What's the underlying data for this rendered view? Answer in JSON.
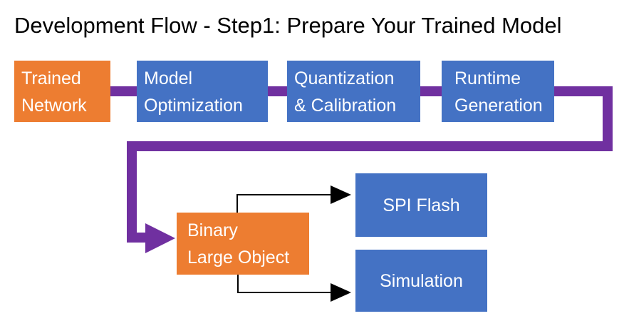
{
  "title": "Development Flow - Step1: Prepare Your Trained Model",
  "pipeline": [
    {
      "lines": [
        "Trained",
        "Network"
      ],
      "color": "#ED7D31"
    },
    {
      "lines": [
        "Model",
        "Optimization"
      ],
      "color": "#4472C4"
    },
    {
      "lines": [
        "Quantization",
        "& Calibration"
      ],
      "color": "#4472C4"
    },
    {
      "lines": [
        "Runtime",
        "Generation"
      ],
      "color": "#4472C4"
    }
  ],
  "output": {
    "lines": [
      "Binary",
      "Large Object"
    ],
    "color": "#ED7D31"
  },
  "targets": [
    {
      "label": "SPI Flash",
      "color": "#4472C4"
    },
    {
      "label": "Simulation",
      "color": "#4472C4"
    }
  ],
  "connector_color": "#7030A0"
}
